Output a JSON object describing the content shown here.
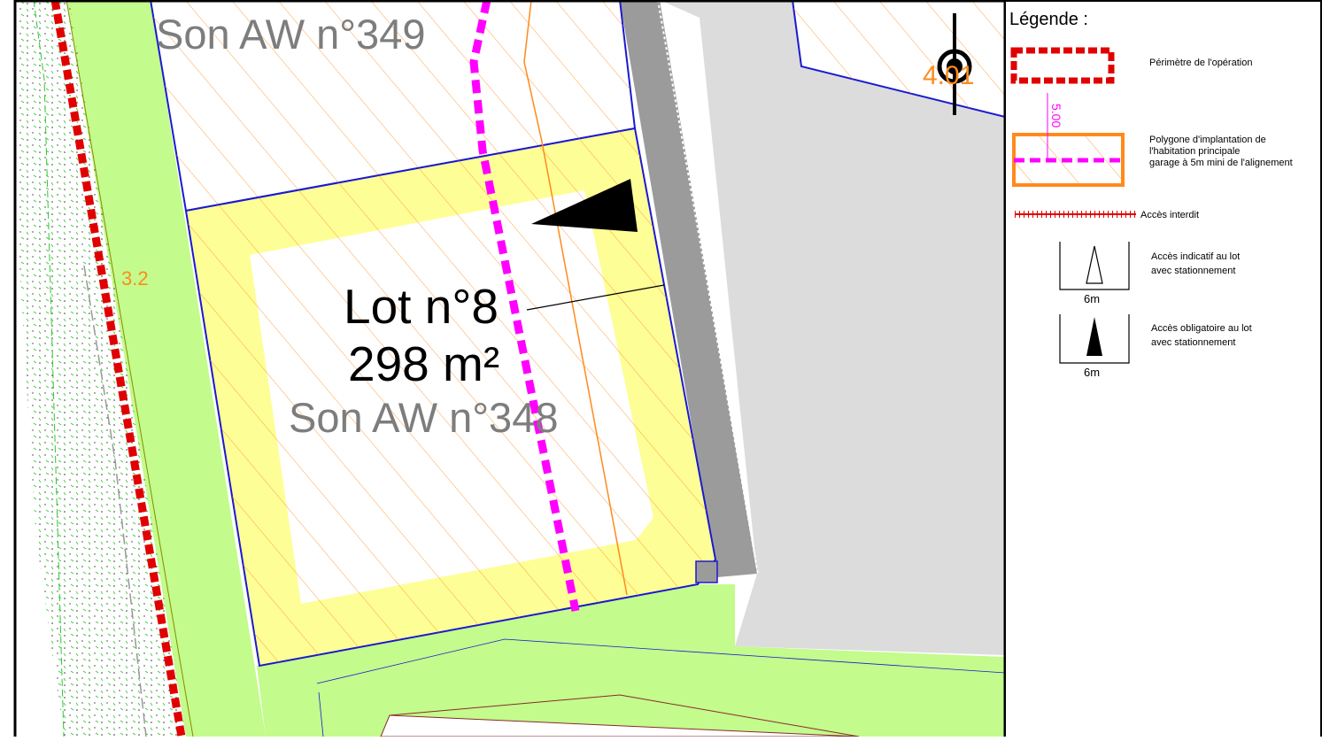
{
  "map": {
    "parcel_top": "Son AW n°349",
    "lot_name": "Lot n°8",
    "lot_area": "298 m²",
    "parcel_main": "Son AW n°348",
    "dim_left": "3.2",
    "dim_top_right": "4.01"
  },
  "legend": {
    "title": "Légende :",
    "perimeter": "Périmètre de l'opération",
    "setback_value": "5.00",
    "polygon_line1": "Polygone d'implantation de",
    "polygon_line2": "l'habitation principale",
    "polygon_line3": "garage à 5m mini de l'alignement",
    "no_access": "Accès interdit",
    "indicative_line1": "Accès indicatif au lot",
    "indicative_line2": "avec stationnement",
    "indicative_width": "6m",
    "mandatory_line1": "Accès obligatoire au lot",
    "mandatory_line2": "avec stationnement",
    "mandatory_width": "6m"
  },
  "colors": {
    "green_zone": "#c3fb8c",
    "yellow_zone": "#fefe96",
    "gray_road": "#dcdcdc",
    "dark_gray": "#9b9b9b",
    "magenta_line": "#ff00ff",
    "red_perimeter": "#e00000",
    "orange_polygon": "#ff8a1c",
    "blue_border": "#1a1ad0"
  }
}
